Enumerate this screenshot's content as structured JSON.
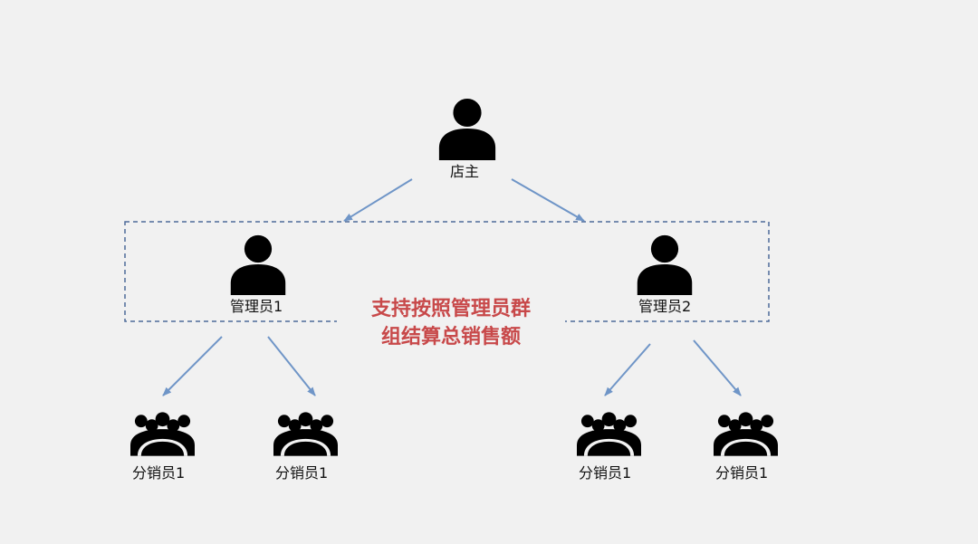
{
  "nodes": {
    "owner": {
      "label": "店主",
      "icon": "person-icon"
    },
    "admin_1": {
      "label": "管理员1",
      "icon": "person-icon"
    },
    "admin_2": {
      "label": "管理员2",
      "icon": "person-icon"
    },
    "distributors": [
      {
        "label": "分销员1",
        "icon": "group-icon"
      },
      {
        "label": "分销员1",
        "icon": "group-icon"
      },
      {
        "label": "分销员1",
        "icon": "group-icon"
      },
      {
        "label": "分销员1",
        "icon": "group-icon"
      }
    ]
  },
  "annotation": {
    "line1": "支持按照管理员群",
    "line2": "组结算总销售额"
  },
  "colors": {
    "background": "#f1f1f1",
    "arrow": "#6f95c7",
    "group_box_border": "#4d6a99",
    "annotation_text": "#c8494a",
    "icon": "#000000"
  }
}
